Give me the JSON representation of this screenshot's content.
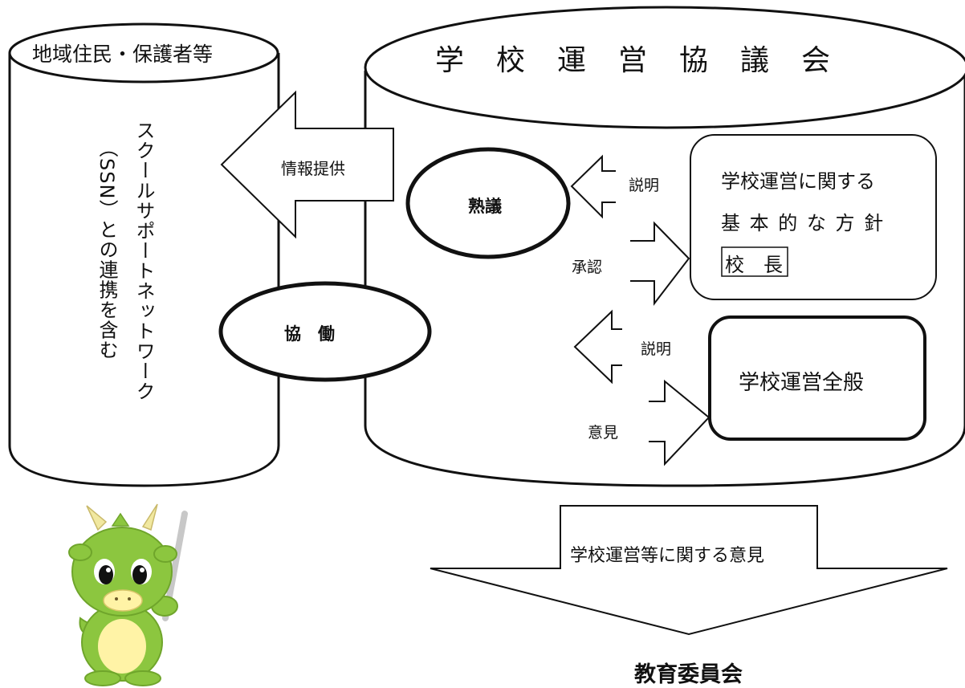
{
  "left_cylinder": {
    "title": "地域住民・保護者等",
    "vertical_line1": "スクールサポートネットワーク",
    "vertical_line2": "（SSN）との連携を含む"
  },
  "right_cylinder": {
    "title": "学　校　運　営　協　議　会"
  },
  "arrows": {
    "info": "情報提供",
    "explain1": "説明",
    "approve": "承認",
    "explain2": "説明",
    "opinion": "意見",
    "to_board": "学校運営等に関する意見"
  },
  "ellipses": {
    "deliberation": "熟議",
    "collaboration": "協　働"
  },
  "policy_box": {
    "line1": "学校運営に関する",
    "line2": "基 本 的 な 方 針",
    "principal": "校　長"
  },
  "general_box": {
    "label": "学校運営全般"
  },
  "board": {
    "label": "教育委員会"
  },
  "colors": {
    "line": "#111111",
    "mascot_green": "#8cc63f",
    "mascot_belly": "#fff3a6"
  }
}
